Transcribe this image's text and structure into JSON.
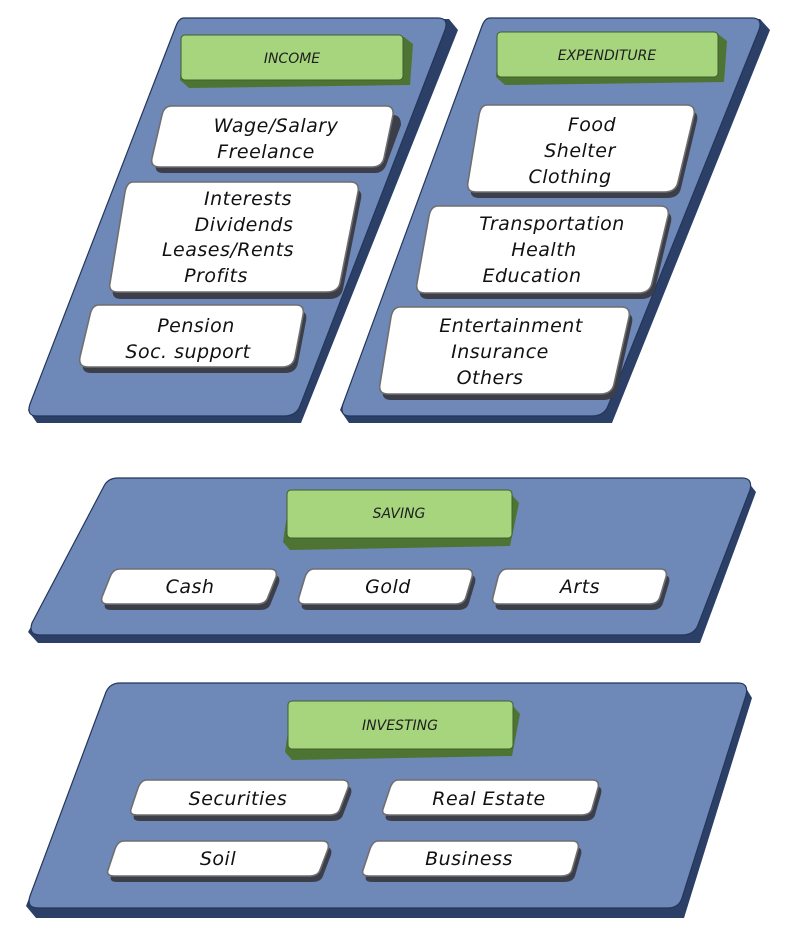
{
  "income": {
    "title": "INCOME",
    "boxes": [
      [
        "Wage/Salary",
        "Freelance"
      ],
      [
        "Interests",
        "Dividends",
        "Leases/Rents",
        "Profits"
      ],
      [
        "Pension",
        "Soc. support"
      ]
    ]
  },
  "expenditure": {
    "title": "EXPENDITURE",
    "boxes": [
      [
        "Food",
        "Shelter",
        "Clothing"
      ],
      [
        "Transportation",
        "Health",
        "Education"
      ],
      [
        "Entertainment",
        "Insurance",
        "Others"
      ]
    ]
  },
  "saving": {
    "title": "SAVING",
    "items": [
      "Cash",
      "Gold",
      "Arts"
    ]
  },
  "investing": {
    "title": "INVESTING",
    "items": [
      "Securities",
      "Real Estate",
      "Soil",
      "Business"
    ]
  },
  "colors": {
    "panel": "#6e88b8",
    "panel_edge": "#2c3f66",
    "header": "#a6d57d",
    "header_edge": "#4d7432",
    "box": "#ffffff"
  }
}
